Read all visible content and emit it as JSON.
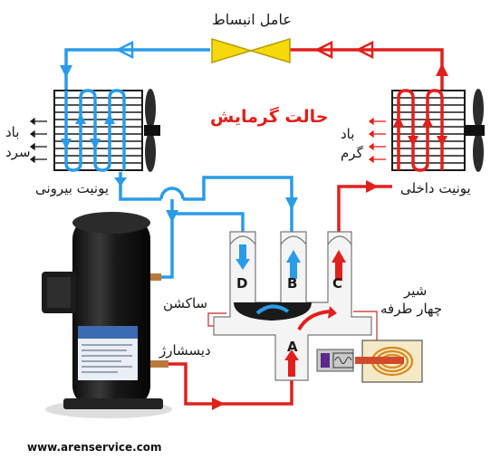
{
  "title": "حالت گرمایش",
  "labels": {
    "expansion_valve": "عامل انبساط",
    "outdoor_unit": "یونیت بیرونی",
    "indoor_unit": "یونیت داخلی",
    "cold_wind_1": "باد",
    "cold_wind_2": "سرد",
    "hot_wind_1": "باد",
    "hot_wind_2": "گرم",
    "suction": "ساکشن",
    "discharge": "دیسشارژ",
    "four_way_1": "شیر",
    "four_way_2": "چهار طرفه"
  },
  "valve_ports": {
    "a": "A",
    "b": "B",
    "c": "C",
    "d": "D"
  },
  "website": "www.arenservice.com",
  "colors": {
    "hot_line": "#e0201c",
    "cold_line": "#2a9be8",
    "coil_frame": "#1a1a1a",
    "valve": "#f5d90a",
    "title": "#e0201c"
  }
}
